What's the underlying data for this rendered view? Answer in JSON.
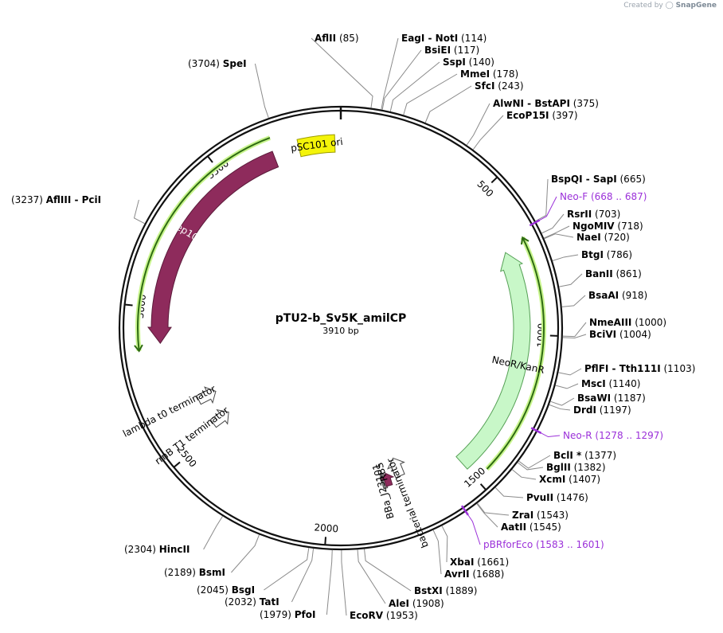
{
  "credit": {
    "prefix": "Created by",
    "brand": "SnapGene"
  },
  "plasmid": {
    "name": "pTU2-b_Sv5K_amilCP",
    "length_label": "3910 bp",
    "length": 3910
  },
  "ticks": [
    500,
    1000,
    1500,
    2000,
    2500,
    3000,
    3500
  ],
  "features": [
    {
      "name": "pSC101 ori",
      "start": 3768,
      "end": 3890,
      "kind": "box",
      "color": "#f4f40a"
    },
    {
      "name": "Rep101",
      "start": 2880,
      "end": 3680,
      "dir": "rev",
      "color": "#8e2b5c"
    },
    {
      "name": "NeoR/KanR",
      "start": 710,
      "end": 1500,
      "dir": "rev",
      "color": "#c8f7c8"
    },
    {
      "name": "lambda t0 terminator",
      "start": 2620,
      "end": 2662,
      "kind": "term"
    },
    {
      "name": "rrnB T1 terminator",
      "start": 2510,
      "end": 2555,
      "kind": "term"
    },
    {
      "name": "bacterial terminator",
      "start": 1700,
      "end": 1735,
      "kind": "term"
    },
    {
      "name": "BBa_J23101",
      "start": 1780,
      "end": 1790,
      "kind": "small",
      "color": "#8a8a8a"
    },
    {
      "name": "RBS",
      "start": 1762,
      "end": 1776,
      "kind": "small",
      "color": "#8e2b5c"
    }
  ],
  "sites": [
    {
      "name": "AflII",
      "pos": "(85)",
      "n": 85
    },
    {
      "name": "EagI  - NotI",
      "pos": "(114)",
      "n": 114
    },
    {
      "name": "BsiEI",
      "pos": "(117)",
      "n": 117
    },
    {
      "name": "SspI",
      "pos": "(140)",
      "n": 140
    },
    {
      "name": "MmeI",
      "pos": "(178)",
      "n": 178
    },
    {
      "name": "SfcI",
      "pos": "(243)",
      "n": 243
    },
    {
      "name": "AlwNI  - BstAPI",
      "pos": "(375)",
      "n": 375
    },
    {
      "name": "EcoP15I",
      "pos": "(397)",
      "n": 397
    },
    {
      "name": "BspQI  - SapI",
      "pos": "(665)",
      "n": 665
    },
    {
      "name": "Neo-F",
      "pos": "(668 .. 687)",
      "n": 668,
      "primer": true
    },
    {
      "name": "RsrII",
      "pos": "(703)",
      "n": 703
    },
    {
      "name": "NgoMIV",
      "pos": "(718)",
      "n": 718
    },
    {
      "name": "NaeI",
      "pos": "(720)",
      "n": 720
    },
    {
      "name": "BtgI",
      "pos": "(786)",
      "n": 786
    },
    {
      "name": "BanII",
      "pos": "(861)",
      "n": 861
    },
    {
      "name": "BsaAI",
      "pos": "(918)",
      "n": 918
    },
    {
      "name": "NmeAIII",
      "pos": "(1000)",
      "n": 1000
    },
    {
      "name": "BciVI",
      "pos": "(1004)",
      "n": 1004
    },
    {
      "name": "PflFI  - Tth111I",
      "pos": "(1103)",
      "n": 1103
    },
    {
      "name": "MscI",
      "pos": "(1140)",
      "n": 1140
    },
    {
      "name": "BsaWI",
      "pos": "(1187)",
      "n": 1187
    },
    {
      "name": "DrdI",
      "pos": "(1197)",
      "n": 1197
    },
    {
      "name": "Neo-R",
      "pos": "(1278 .. 1297)",
      "n": 1278,
      "primer": true
    },
    {
      "name": "BclI *",
      "pos": "(1377)",
      "n": 1377
    },
    {
      "name": "BglII",
      "pos": "(1382)",
      "n": 1382
    },
    {
      "name": "XcmI",
      "pos": "(1407)",
      "n": 1407
    },
    {
      "name": "PvuII",
      "pos": "(1476)",
      "n": 1476
    },
    {
      "name": "ZraI",
      "pos": "(1543)",
      "n": 1543
    },
    {
      "name": "AatII",
      "pos": "(1545)",
      "n": 1545
    },
    {
      "name": "pBRforEco",
      "pos": "(1583 .. 1601)",
      "n": 1583,
      "primer": true
    },
    {
      "name": "XbaI",
      "pos": "(1661)",
      "n": 1661
    },
    {
      "name": "AvrII",
      "pos": "(1688)",
      "n": 1688
    },
    {
      "name": "BstXI",
      "pos": "(1889)",
      "n": 1889
    },
    {
      "name": "AleI",
      "pos": "(1908)",
      "n": 1908
    },
    {
      "name": "EcoRV",
      "pos": "(1953)",
      "n": 1953
    },
    {
      "name": "PfoI",
      "pos": "(1979)",
      "n": 1979
    },
    {
      "name": "TatI",
      "pos": "(2032)",
      "n": 2032
    },
    {
      "name": "BsgI",
      "pos": "(2045)",
      "n": 2045
    },
    {
      "name": "BsmI",
      "pos": "(2189)",
      "n": 2189
    },
    {
      "name": "HincII",
      "pos": "(2304)",
      "n": 2304
    },
    {
      "name": "AflIII  - PciI",
      "pos": "(3237)",
      "n": 3237
    },
    {
      "name": "SpeI",
      "pos": "(3704)",
      "n": 3704
    }
  ]
}
